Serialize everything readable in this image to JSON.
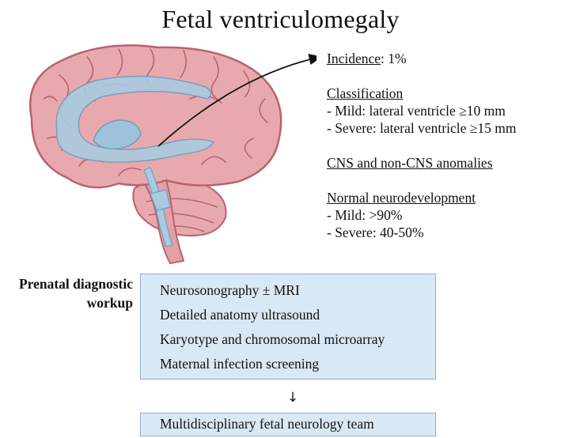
{
  "title": "Fetal ventriculomegaly",
  "incidence": {
    "label": "Incidence",
    "value": ": 1%"
  },
  "classification": {
    "heading": "Classification",
    "items": [
      "- Mild: lateral ventricle ≥10 mm",
      "- Severe: lateral ventricle ≥15 mm"
    ]
  },
  "anomalies": {
    "heading": "CNS and non-CNS anomalies"
  },
  "neurodevelopment": {
    "heading": "Normal neurodevelopment",
    "items": [
      "- Mild: >90%",
      "- Severe: 40-50%"
    ]
  },
  "workup": {
    "label_line1": "Prenatal diagnostic",
    "label_line2": "workup",
    "items": [
      "Neurosonography ± MRI",
      "Detailed anatomy ultrasound",
      "Karyotype and chromosomal microarray",
      "Maternal infection screening"
    ]
  },
  "arrow_glyph": "↓",
  "team": "Multidisciplinary fetal neurology team",
  "colors": {
    "box_fill": "#d9e8f5",
    "box_border": "#8fb0d3",
    "brain_fill": "#e8a9ae",
    "brain_outline": "#b8646c",
    "ventricle_fill": "#a9cbe0"
  }
}
